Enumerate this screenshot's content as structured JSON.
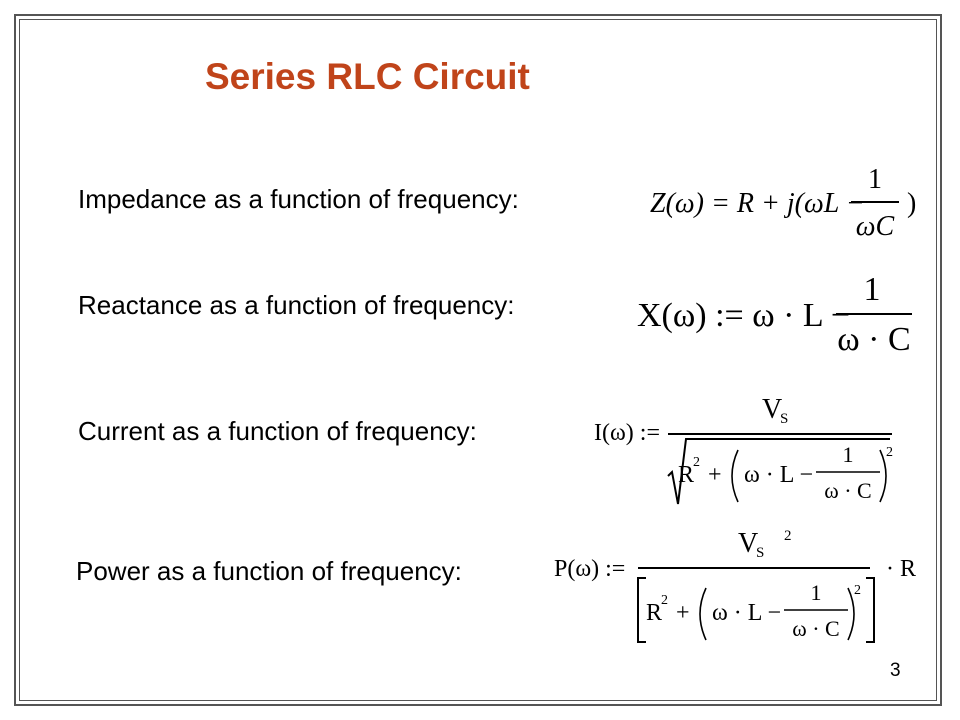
{
  "slide": {
    "title": "Series RLC Circuit",
    "page_number": "3",
    "accent_color": "#c0441a",
    "rows": [
      {
        "label": "Impedance as a function of frequency:"
      },
      {
        "label": "Reactance as a function of frequency:"
      },
      {
        "label": "Current as a function of frequency:"
      },
      {
        "label": "Power as a function of frequency:"
      }
    ],
    "formulas": {
      "impedance": {
        "lhs": "Z(ω) = R + j(ωL −",
        "num": "1",
        "den": "ωC",
        "close": ")"
      },
      "reactance": {
        "lhs": "X(ω) := ω · L −",
        "num": "1",
        "den": "ω · C"
      },
      "current": {
        "lhs": "I(ω) :=",
        "num": "V",
        "num_sub": "S",
        "r": "R",
        "r_exp": "2",
        "plus": "+",
        "inner": "ω · L −",
        "inner_num": "1",
        "inner_den": "ω · C",
        "exp": "2"
      },
      "power": {
        "lhs": "P(ω) :=",
        "num": "V",
        "num_sub": "S",
        "num_exp": "2",
        "r": "R",
        "r_exp": "2",
        "plus": "+",
        "inner": "ω · L −",
        "inner_num": "1",
        "inner_den": "ω · C",
        "exp": "2",
        "tail": "· R"
      }
    }
  }
}
